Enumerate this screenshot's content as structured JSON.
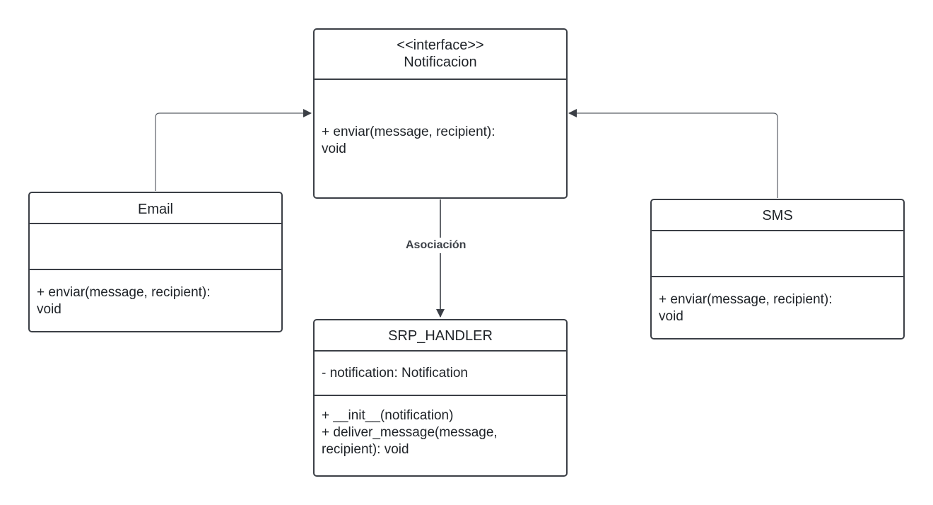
{
  "diagram": {
    "classes": {
      "notificacion": {
        "stereotype": "<<interface>>",
        "name": "Notificacion",
        "attributes": [],
        "methods": [
          "+ enviar(message, recipient):",
          "void"
        ]
      },
      "email": {
        "name": "Email",
        "attributes": [],
        "methods": [
          "+ enviar(message, recipient):",
          "void"
        ]
      },
      "sms": {
        "name": "SMS",
        "attributes": [],
        "methods": [
          "+ enviar(message, recipient):",
          "void"
        ]
      },
      "srp_handler": {
        "name": "SRP_HANDLER",
        "attributes": [
          "- notification: Notification"
        ],
        "methods": [
          "+ __init__(notification)",
          "+ deliver_message(message,",
          "recipient): void"
        ]
      }
    },
    "relations": {
      "association_label": "Asociación"
    },
    "colors": {
      "border": "#3b3f46",
      "connector": "#5a5f66",
      "text": "#1f2328",
      "background": "#ffffff"
    }
  }
}
